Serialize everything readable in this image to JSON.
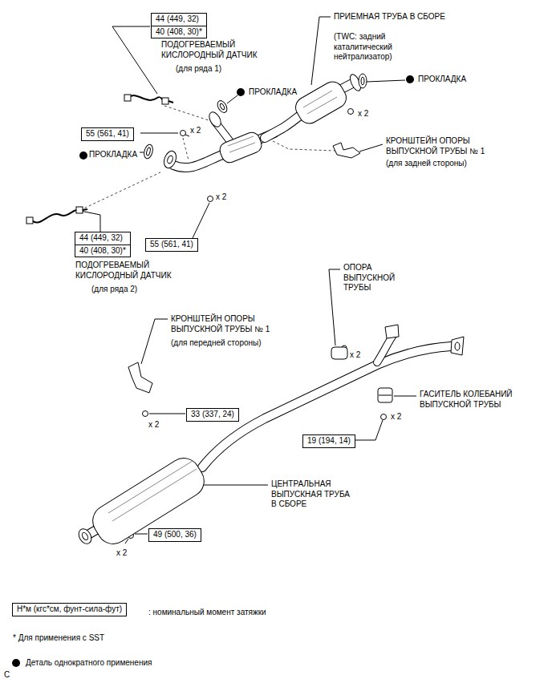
{
  "diagram": {
    "nodes": [
      {
        "text": [
          "44 (449, 32)",
          "40 (408, 30)*"
        ]
      },
      {
        "text": [
          "55 (561, 41)"
        ]
      },
      {
        "text": [
          "44 (449, 32)",
          "40 (408, 30)*"
        ]
      },
      {
        "text": [
          "55 (561, 41)"
        ]
      },
      {
        "text": [
          "33 (337, 24)"
        ]
      },
      {
        "text": [
          "19 (194, 14)"
        ]
      },
      {
        "text": [
          "49 (500, 36)"
        ]
      },
      {
        "text": [
          "Н*м (кгс*см, фунт-сила-фут)"
        ]
      }
    ],
    "labels": [
      "ПОДОГРЕВАЕМЫЙ КИСЛОРОДНЫЙ ДАТЧИК",
      "(для ряда 1)",
      "ПРИЕМНАЯ ТРУБА В СБОРЕ",
      "(TWC: задний каталитический нейтрализатор)",
      "ПРОКЛАДКА",
      "ПРОКЛАДКА",
      "x 2",
      "x 2",
      "ПРОКЛАДКА",
      "КРОНШТЕЙН ОПОРЫ ВЫПУСКНОЙ ТРУБЫ № 1",
      "(для задней стороны)",
      "x 2",
      "ПОДОГРЕВАЕМЫЙ КИСЛОРОДНЫЙ ДАТЧИК",
      "(для ряда 2)",
      "ОПОРА ВЫПУСКНОЙ ТРУБЫ",
      "КРОНШТЕЙН ОПОРЫ ВЫПУСКНОЙ ТРУБЫ № 1",
      "(для передней стороны)",
      "x 2",
      "ГАСИТЕЛЬ КОЛЕБАНИЙ ВЫПУСКНОЙ ТРУБЫ",
      "x 2",
      "x 2",
      "ЦЕНТРАЛЬНАЯ ВЫПУСКНАЯ ТРУБА В СБОРЕ",
      "x 2",
      ": номинальный момент затяжки",
      "* Для применения с SST",
      "C"
    ],
    "legend": [
      {
        "text": "Деталь однократного применения",
        "color": "#000000"
      }
    ]
  }
}
